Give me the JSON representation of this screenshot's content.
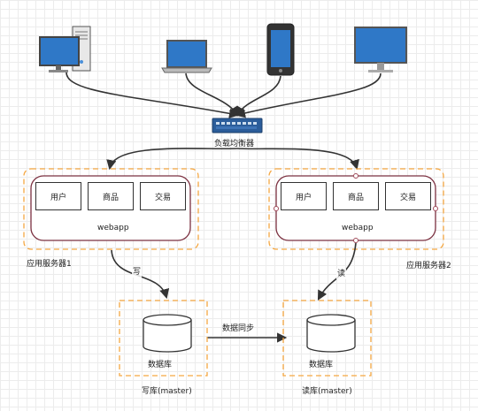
{
  "load_balancer": {
    "label": "负载均衡器"
  },
  "server1": {
    "label": "应用服务器1",
    "app": "webapp",
    "modules": [
      "用户",
      "商品",
      "交易"
    ]
  },
  "server2": {
    "label": "应用服务器2",
    "app": "webapp",
    "modules": [
      "用户",
      "商品",
      "交易"
    ]
  },
  "db_write": {
    "name": "数据库",
    "role": "写库(master)"
  },
  "db_read": {
    "name": "数据库",
    "role": "读库(master)"
  },
  "edges": {
    "write": "写",
    "read": "读",
    "sync": "数据同步"
  },
  "colors": {
    "dashed_border": "#f5a742",
    "app_border": "#7b3040",
    "line": "#333333"
  },
  "icons": [
    "desktop-computer-icon",
    "laptop-icon",
    "smartphone-icon",
    "monitor-icon",
    "network-switch-icon",
    "database-cylinder-icon"
  ]
}
